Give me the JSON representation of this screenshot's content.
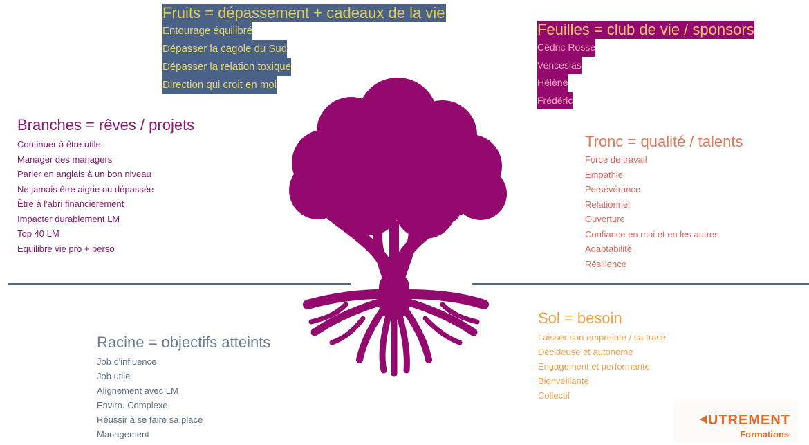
{
  "fruits": {
    "title": "Fruits = dépassement + cadeaux de la vie",
    "items": [
      "Entourage équilibré",
      "Dépasser la cagole du Sud",
      "Dépasser la relation toxique",
      "Direction qui croit en moi"
    ]
  },
  "feuilles": {
    "title": "Feuilles = club de vie / sponsors",
    "items": [
      "Cédric Rosse",
      "Venceslas",
      "Hélène",
      "Frédéric"
    ]
  },
  "branches": {
    "title": "Branches = rêves / projets",
    "items": [
      "Continuer à être utile",
      "Manager des managers",
      "Parler en anglais à un bon niveau",
      "Ne jamais être aigrie ou dépassée",
      "Être à l'abri financièrement",
      "Impacter durablement LM",
      "Top 40 LM",
      "Equilibre vie pro + perso"
    ]
  },
  "tronc": {
    "title": "Tronc = qualité / talents",
    "items": [
      "Force de travail",
      "Empathie",
      "Persévérance",
      "Relationnel",
      "Ouverture",
      "Confiance en moi et en les autres",
      "Adaptabilité",
      "Résilience"
    ]
  },
  "sol": {
    "title": "Sol = besoin",
    "items": [
      "Laisser son empreinte / sa trace",
      "Décideuse et autonome",
      "Engagement et performante",
      "Bienveillante",
      "Collectif"
    ]
  },
  "racine": {
    "title": "Racine = objectifs atteints",
    "items": [
      "Job d'influence",
      "Job utile",
      "Alignement avec LM",
      "Enviro. Complexe",
      "Réussir à se faire sa place",
      "Management"
    ]
  },
  "logo": {
    "brand": "UTREMENT",
    "sub": "Formations"
  },
  "colors": {
    "tree": "#93096d",
    "ground_line": "#52678a",
    "fruits_highlight": "#4a6287",
    "feuilles_highlight": "#93096d"
  }
}
